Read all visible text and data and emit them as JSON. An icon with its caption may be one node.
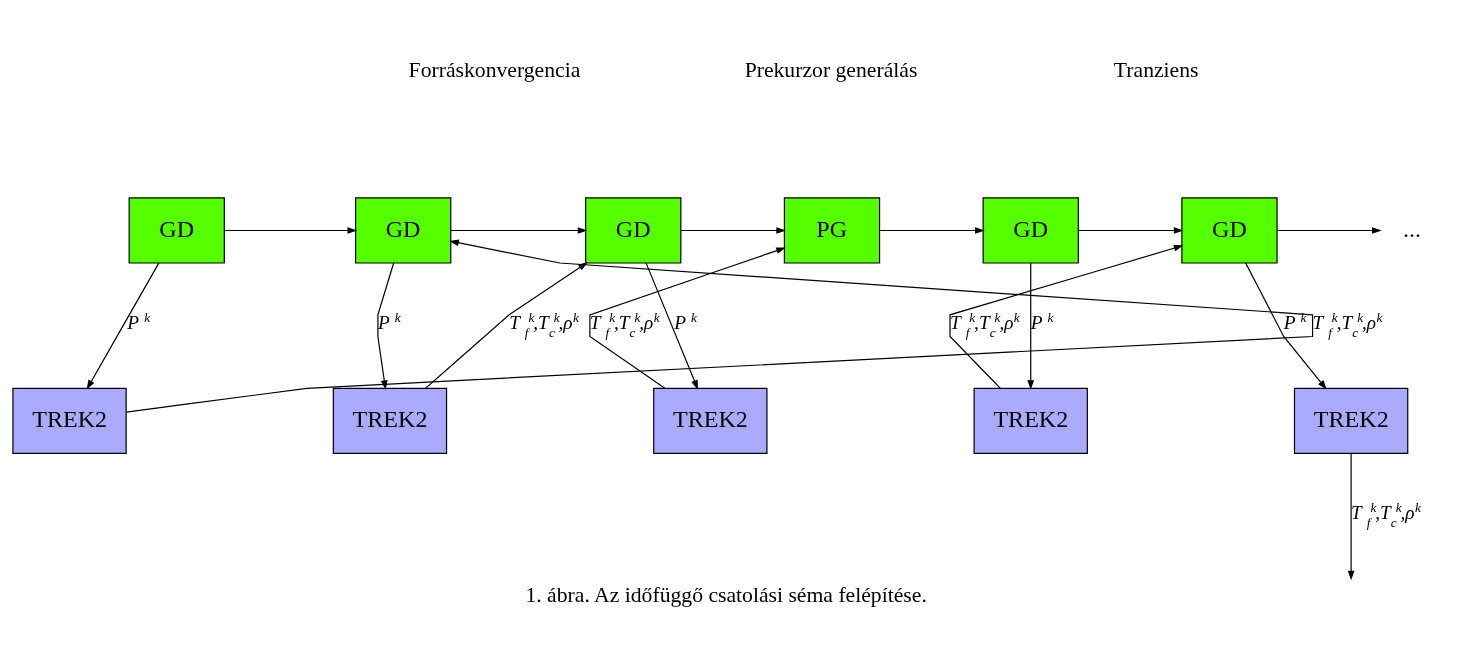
{
  "diagram": {
    "caption": "1. ábra. Az időfüggő csatolási séma felépítése.",
    "nodes": [
      {
        "text": [
          "GD"
        ]
      },
      {
        "text": [
          "GD"
        ]
      },
      {
        "text": [
          "GD"
        ]
      },
      {
        "text": [
          "PG"
        ]
      },
      {
        "text": [
          "GD"
        ]
      },
      {
        "text": [
          "GD"
        ]
      },
      {
        "text": [
          "..."
        ]
      },
      {
        "text": [
          "TREK2"
        ]
      },
      {
        "text": [
          "TREK2"
        ]
      },
      {
        "text": [
          "TREK2"
        ]
      },
      {
        "text": [
          "TREK2"
        ]
      },
      {
        "text": [
          "TREK2"
        ]
      }
    ],
    "edges": [
      {
        "from": 0,
        "to": 1,
        "arrow": "to"
      },
      {
        "from": 1,
        "to": 2,
        "arrow": "to"
      },
      {
        "from": 2,
        "to": 3,
        "arrow": "to"
      },
      {
        "from": 3,
        "to": 4,
        "arrow": "to"
      },
      {
        "from": 4,
        "to": 5,
        "arrow": "to"
      },
      {
        "from": 5,
        "to": 6,
        "arrow": "to"
      },
      {
        "from": 0,
        "to": 7,
        "arrow": "to",
        "label": "P$^{k}$"
      },
      {
        "from": 1,
        "to": 8,
        "arrow": "to",
        "label": "P$^{k}$"
      },
      {
        "from": 2,
        "to": 9,
        "arrow": "to",
        "label": "P$^{k}$"
      },
      {
        "from": 4,
        "to": 10,
        "arrow": "to",
        "label": "P$^{k}$"
      },
      {
        "from": 5,
        "to": 11,
        "arrow": "to",
        "label": "P$^{k}$"
      },
      {
        "from": 7,
        "to": 1,
        "arrow": "to",
        "label": "T$_{f}$$^{k}$,T$_{c}$$^{k}$,ρ$^{k}$"
      },
      {
        "from": 8,
        "to": 2,
        "arrow": "to",
        "label": "T$_{f}$$^{k}$,T$_{c}$$^{k}$,ρ$^{k}$"
      },
      {
        "from": 9,
        "to": 3,
        "arrow": "to",
        "label": "T$_{f}$$^{k}$,T$_{c}$$^{k}$,ρ$^{k}$"
      },
      {
        "from": 10,
        "to": 5,
        "arrow": "to",
        "label": "T$_{f}$$^{k}$,T$_{c}$$^{k}$,ρ$^{k}$"
      },
      {
        "from": 11,
        "to": null,
        "arrow": "to",
        "label": "T$_{f}$$^{k}$,T$_{c}$$^{k}$,ρ$^{k}$"
      }
    ],
    "labels": [
      "Forráskonvergencia",
      "Prekurzor generálás",
      "Tranziens"
    ]
  }
}
